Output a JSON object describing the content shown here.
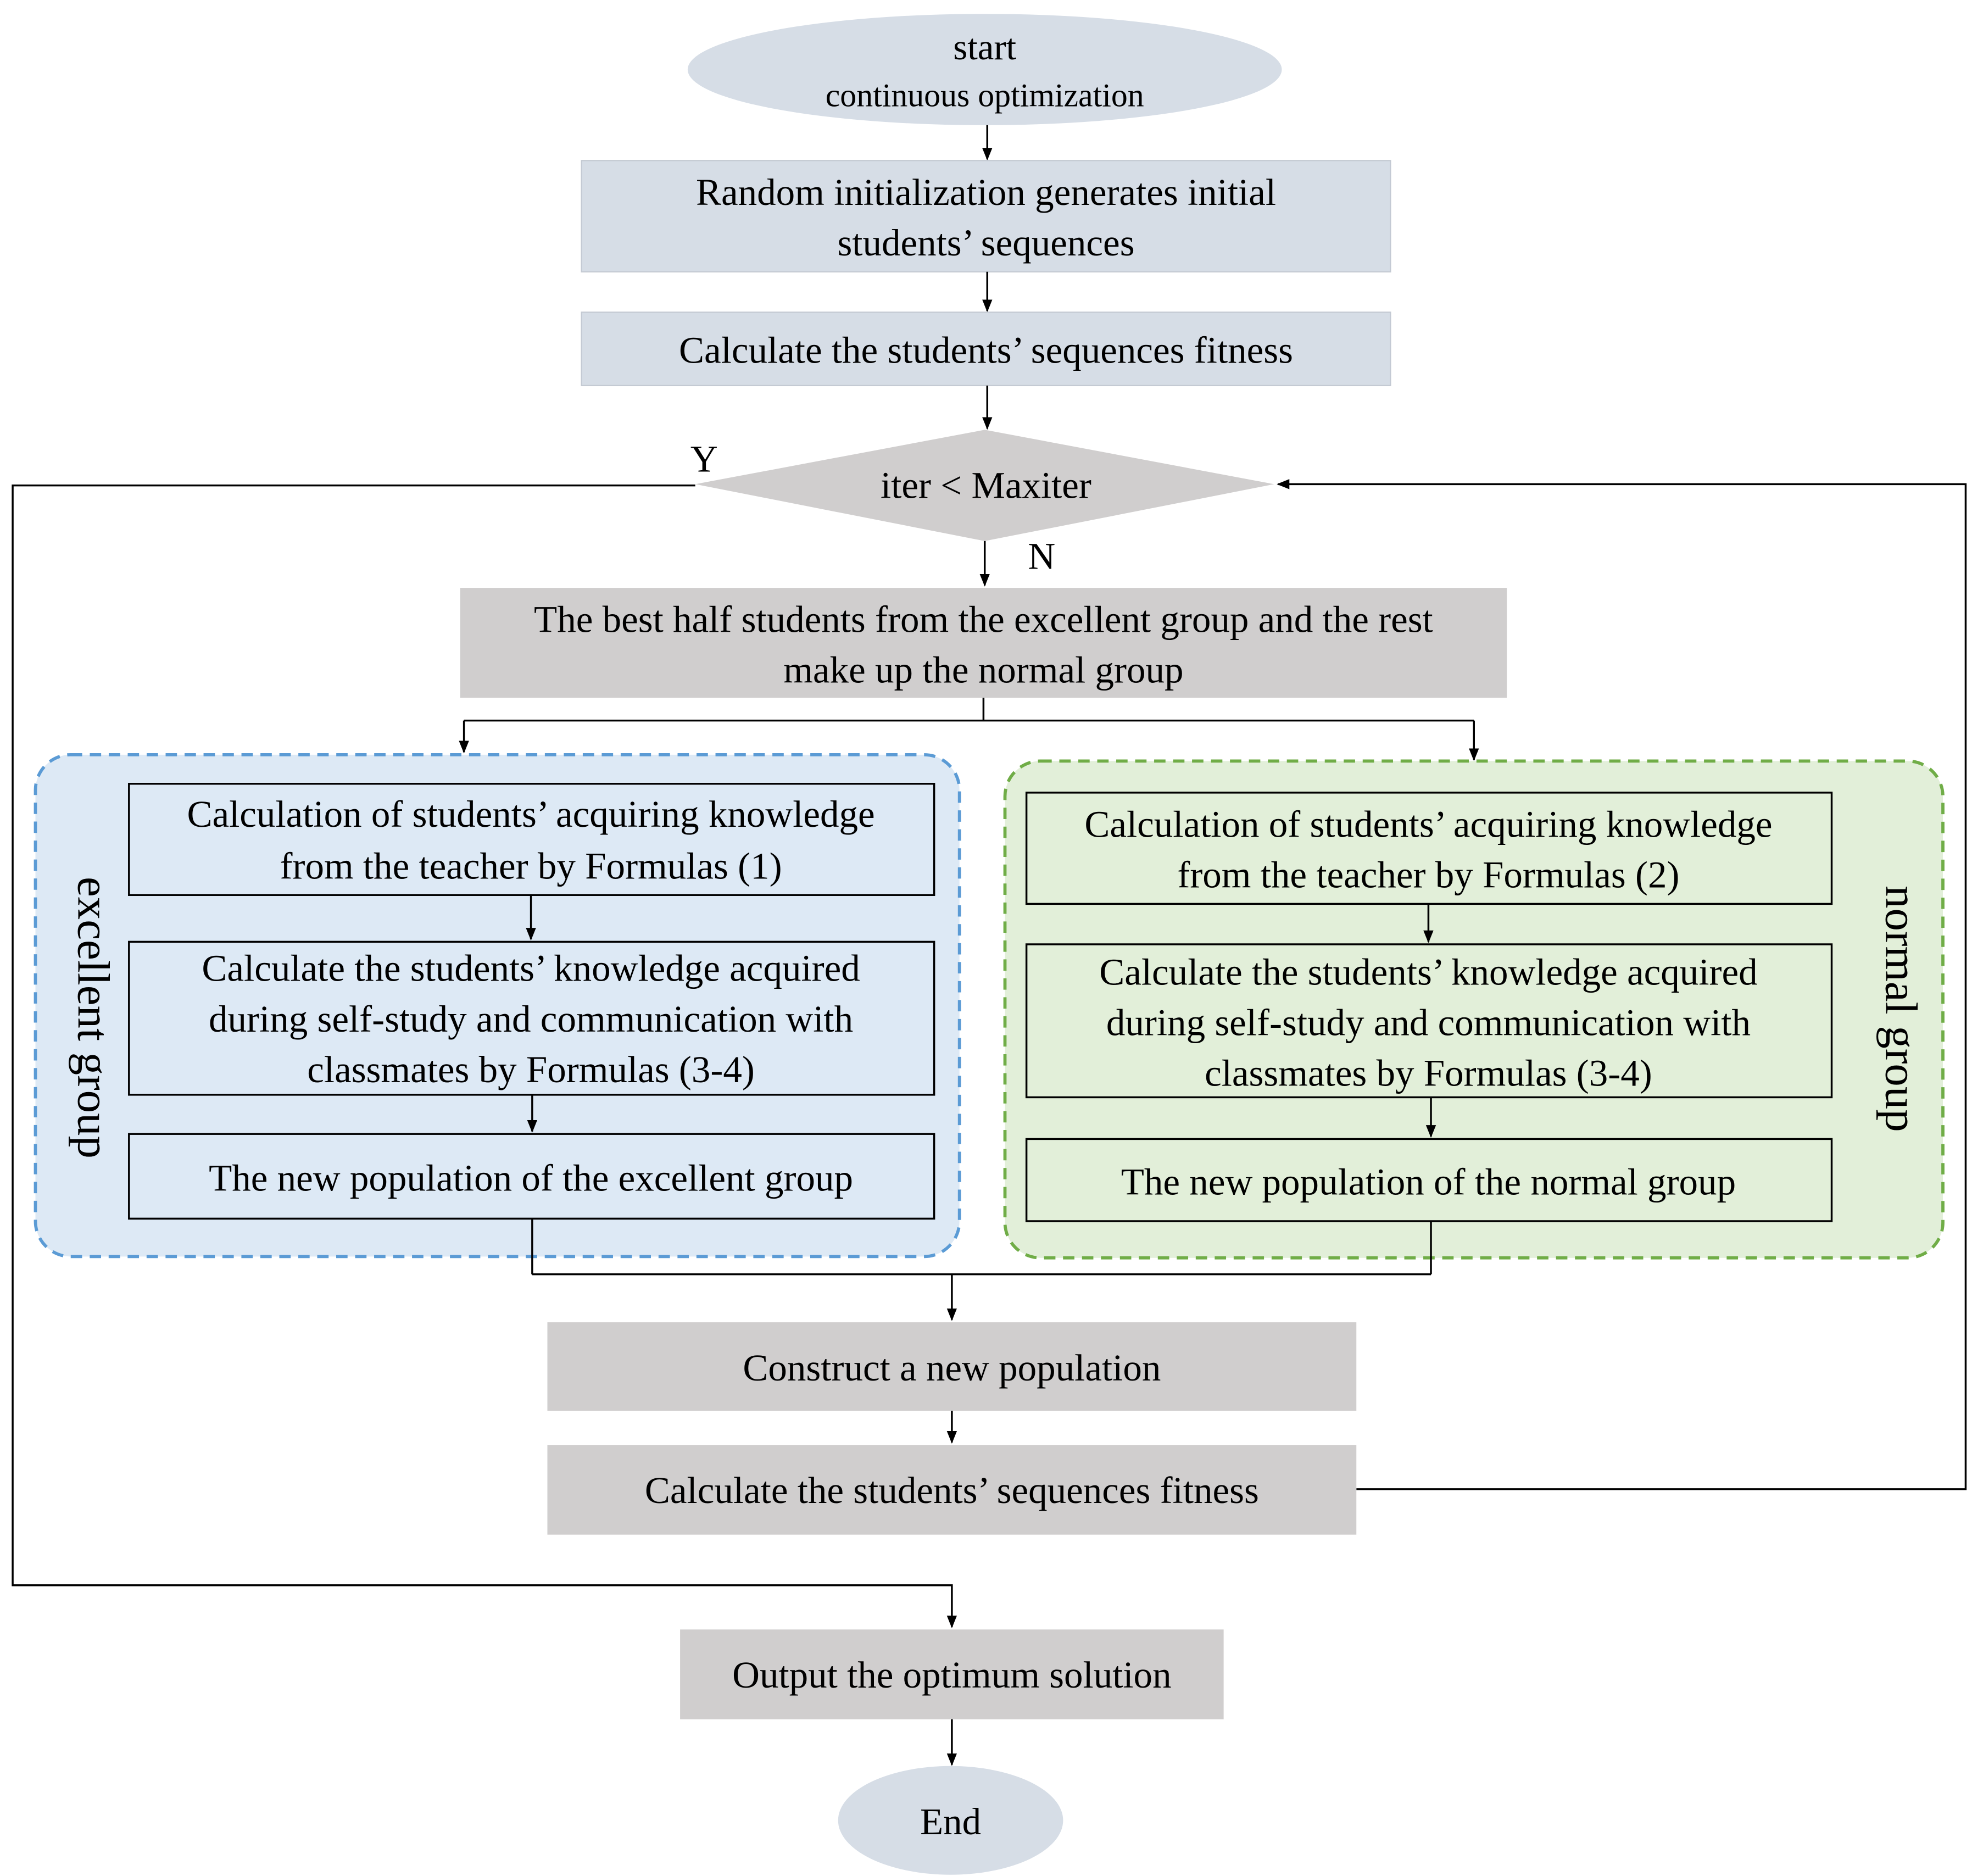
{
  "start": {
    "title": "start",
    "subtitle": "continuous optimization"
  },
  "init": {
    "line1": "Random initialization generates initial",
    "line2": "students’ sequences"
  },
  "fitness1": {
    "label": "Calculate the students’ sequences fitness"
  },
  "decision": {
    "label": "iter < Maxiter",
    "yes_label": "Y",
    "no_label": "N"
  },
  "split": {
    "line1": "The best half students from the excellent group and the rest",
    "line2": "make up the normal group"
  },
  "excellent": {
    "group_label": "excellent group",
    "step1": {
      "line1": "Calculation of students’ acquiring knowledge",
      "line2": "from the teacher by Formulas (1)"
    },
    "step2": {
      "line1": "Calculate the students’ knowledge acquired",
      "line2": "during self-study and communication with",
      "line3": "classmates by Formulas (3-4)"
    },
    "step3": {
      "label": "The new population of the excellent group"
    }
  },
  "normal": {
    "group_label": "normal group",
    "step1": {
      "line1": "Calculation of students’ acquiring knowledge",
      "line2": "from the teacher by Formulas (2)"
    },
    "step2": {
      "line1": "Calculate the students’ knowledge acquired",
      "line2": "during self-study and communication with",
      "line3": "classmates by Formulas (3-4)"
    },
    "step3": {
      "label": "The new population of the normal group"
    }
  },
  "construct": {
    "label": "Construct a new population"
  },
  "fitness2": {
    "label": "Calculate the students’ sequences fitness"
  },
  "output": {
    "label": "Output the optimum solution"
  },
  "end": {
    "label": "End"
  },
  "colors": {
    "light_blue_fill": "#d6dde6",
    "gray_fill": "#d0cece",
    "excellent_bg": "#dde9f5",
    "excellent_border": "#5b9bd5",
    "normal_bg": "#e2efd9",
    "normal_border": "#70ad47",
    "line": "#000000"
  }
}
